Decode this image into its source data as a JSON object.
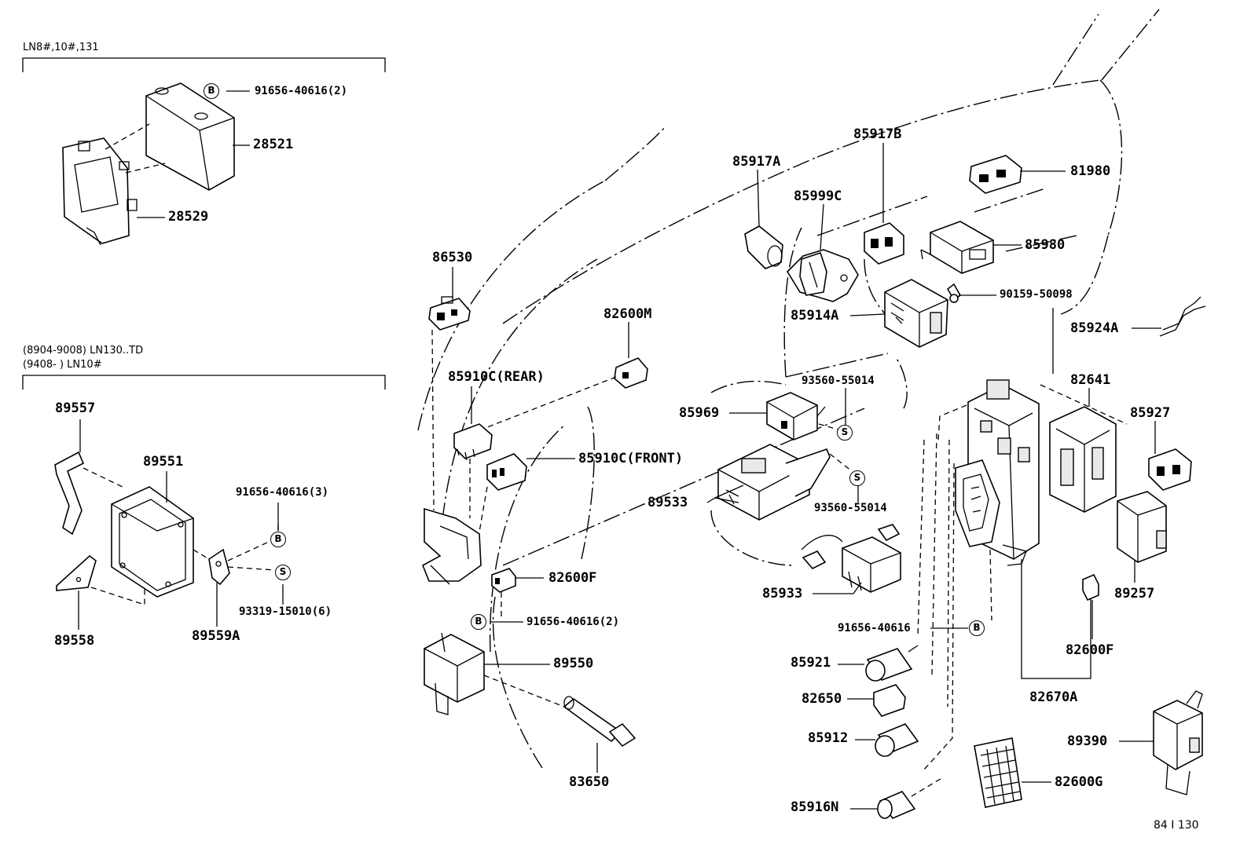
{
  "headers": {
    "group1": "LN8#,10#,131",
    "group2_line1": "(8904-9008) LN130..TD",
    "group2_line2": "(9408-        ) LN10#"
  },
  "marks": {
    "bolt": "B",
    "screw": "S"
  },
  "labels": {
    "p91656_40616_2a": "91656-40616(2)",
    "p28521": "28521",
    "p28529": "28529",
    "p89557": "89557",
    "p89551": "89551",
    "p91656_40616_3": "91656-40616(3)",
    "p93319_15010_6": "93319-15010(6)",
    "p89558": "89558",
    "p89559A": "89559A",
    "p86530": "86530",
    "p82600M": "82600M",
    "p85910C_rear": "85910C(REAR)",
    "p85910C_front": "85910C(FRONT)",
    "p82600F_a": "82600F",
    "p91656_40616_2b": "91656-40616(2)",
    "p89550": "89550",
    "p83650": "83650",
    "p85917A": "85917A",
    "p85917B": "85917B",
    "p85999C": "85999C",
    "p81980": "81980",
    "p85980": "85980",
    "p90159_50098": "90159-50098",
    "p85914A": "85914A",
    "p85924A": "85924A",
    "p93560_55014_a": "93560-55014",
    "p85969": "85969",
    "p89533": "89533",
    "p93560_55014_b": "93560-55014",
    "p85933": "85933",
    "p91656_40616": "91656-40616",
    "p82641": "82641",
    "p85927": "85927",
    "p89257": "89257",
    "p82600F_b": "82600F",
    "p82670A": "82670A",
    "p85921": "85921",
    "p82650": "82650",
    "p85912": "85912",
    "p85916N": "85916N",
    "p82600G": "82600G",
    "p89390": "89390"
  },
  "footer": {
    "diagram_id": "84 I 130"
  }
}
